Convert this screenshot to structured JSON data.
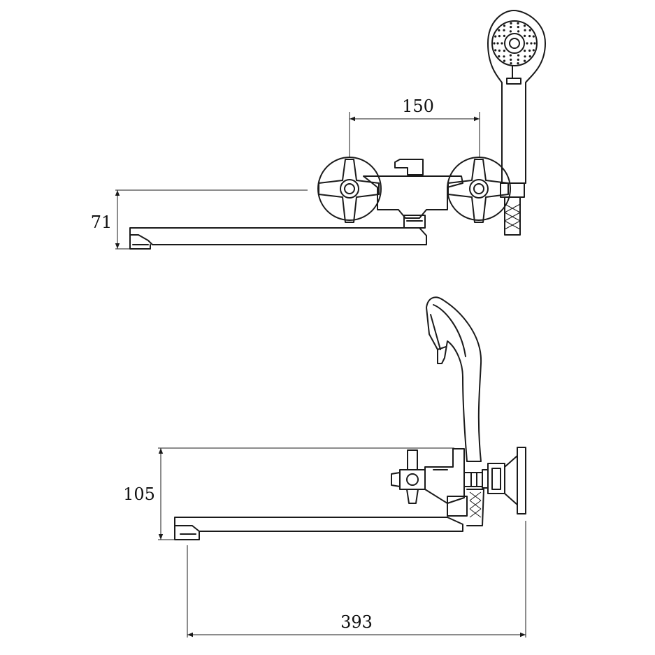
{
  "dimensions": {
    "handle_spacing": "150",
    "spout_height_front": "71",
    "spout_height_side": "105",
    "spout_length": "393"
  },
  "colors": {
    "ink": "#1a1a1a",
    "background": "#ffffff"
  }
}
